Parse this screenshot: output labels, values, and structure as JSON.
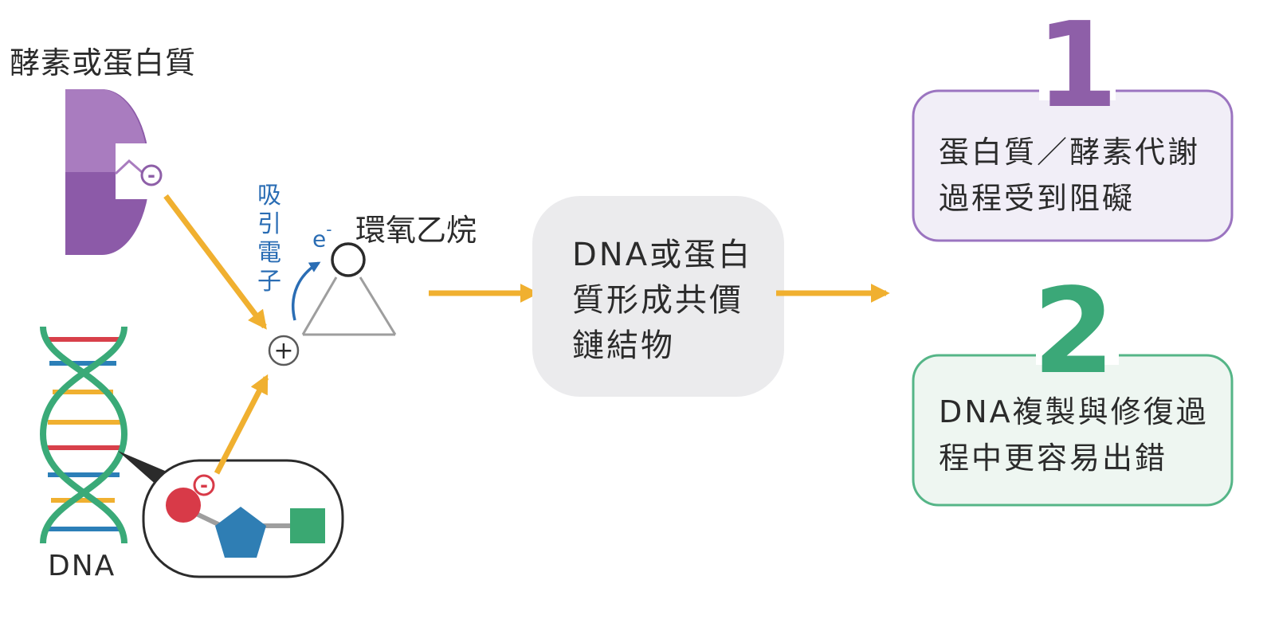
{
  "enzyme": {
    "title": "酵素或蛋白質"
  },
  "dna": {
    "label": "DNA"
  },
  "epoxide": {
    "title": "環氧乙烷",
    "attract_label": "吸引電子",
    "electron": "e",
    "electron_charge": "-"
  },
  "symbols": {
    "negative": "-",
    "positive": "+"
  },
  "middle": {
    "text": "DNA或蛋白質形成共價鏈結物"
  },
  "results": [
    {
      "number": "1",
      "text": "蛋白質／酵素代謝過程受到阻礙"
    },
    {
      "number": "2",
      "text": "DNA複製與修復過程中更容易出錯"
    }
  ],
  "colors": {
    "arrow": "#f0b030",
    "enzyme_light": "#a97cbf",
    "enzyme_dark": "#8c5aa8",
    "purple_accent": "#8e5fa8",
    "electron_blue": "#2a6db4",
    "helix_green": "#3aaa78",
    "base_red": "#d8404a",
    "base_blue": "#2c7fb8",
    "base_yellow": "#f0b030",
    "phosphate_red": "#d83a48",
    "sugar_blue": "#2f7eb4",
    "base_green": "#3aa872",
    "middle_box": "#ebebed",
    "result1_fill": "#f1eef7",
    "result1_border": "#9b74c0",
    "result2_fill": "#eef6f1",
    "result2_border": "#55b587"
  }
}
